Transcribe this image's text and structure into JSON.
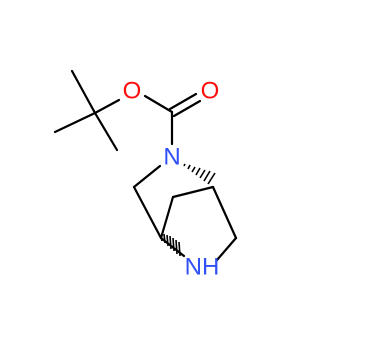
{
  "molecule": {
    "atoms": {
      "o_ether": {
        "label": "O",
        "color": "#ff0d0d"
      },
      "o_carbonyl": {
        "label": "O",
        "color": "#ff0d0d"
      },
      "n_carbamate": {
        "label": "N",
        "color": "#3050f8"
      },
      "nh_amine": {
        "label": "NH",
        "color": "#3050f8"
      }
    },
    "bond_color": "#000000"
  }
}
